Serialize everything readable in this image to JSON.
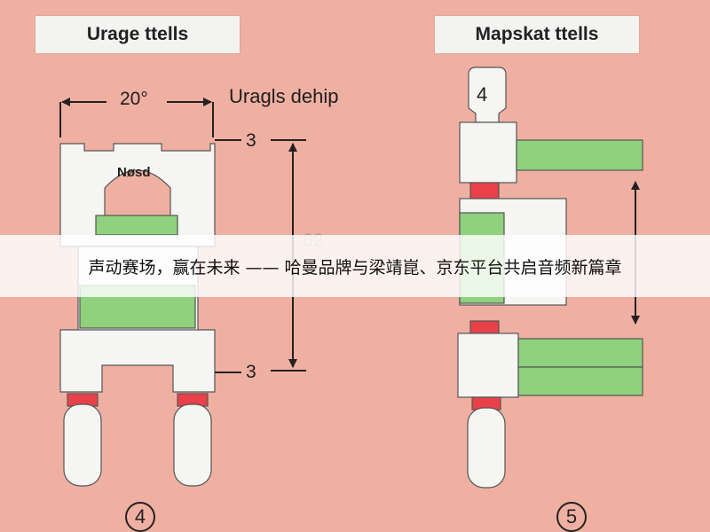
{
  "left_panel": {
    "title": "Urage ttells",
    "angle_label": "20°",
    "dimension_label": "Uragls dehip",
    "top_number": "3",
    "bottom_number": "3",
    "center_number": "02",
    "inner_label": "Nøsd",
    "figure_number": "4"
  },
  "right_panel": {
    "title": "Mapskat ttells",
    "tab_number": "4",
    "figure_number": "5"
  },
  "banner": {
    "text": "声动赛场，赢在未来 —— 哈曼品牌与梁靖崑、京东平台共启音频新篇章"
  },
  "colors": {
    "background": "#efb0a2",
    "part_white": "#f5f5f3",
    "green": "#8fd17d",
    "red": "#e8414a",
    "line": "#222222"
  }
}
